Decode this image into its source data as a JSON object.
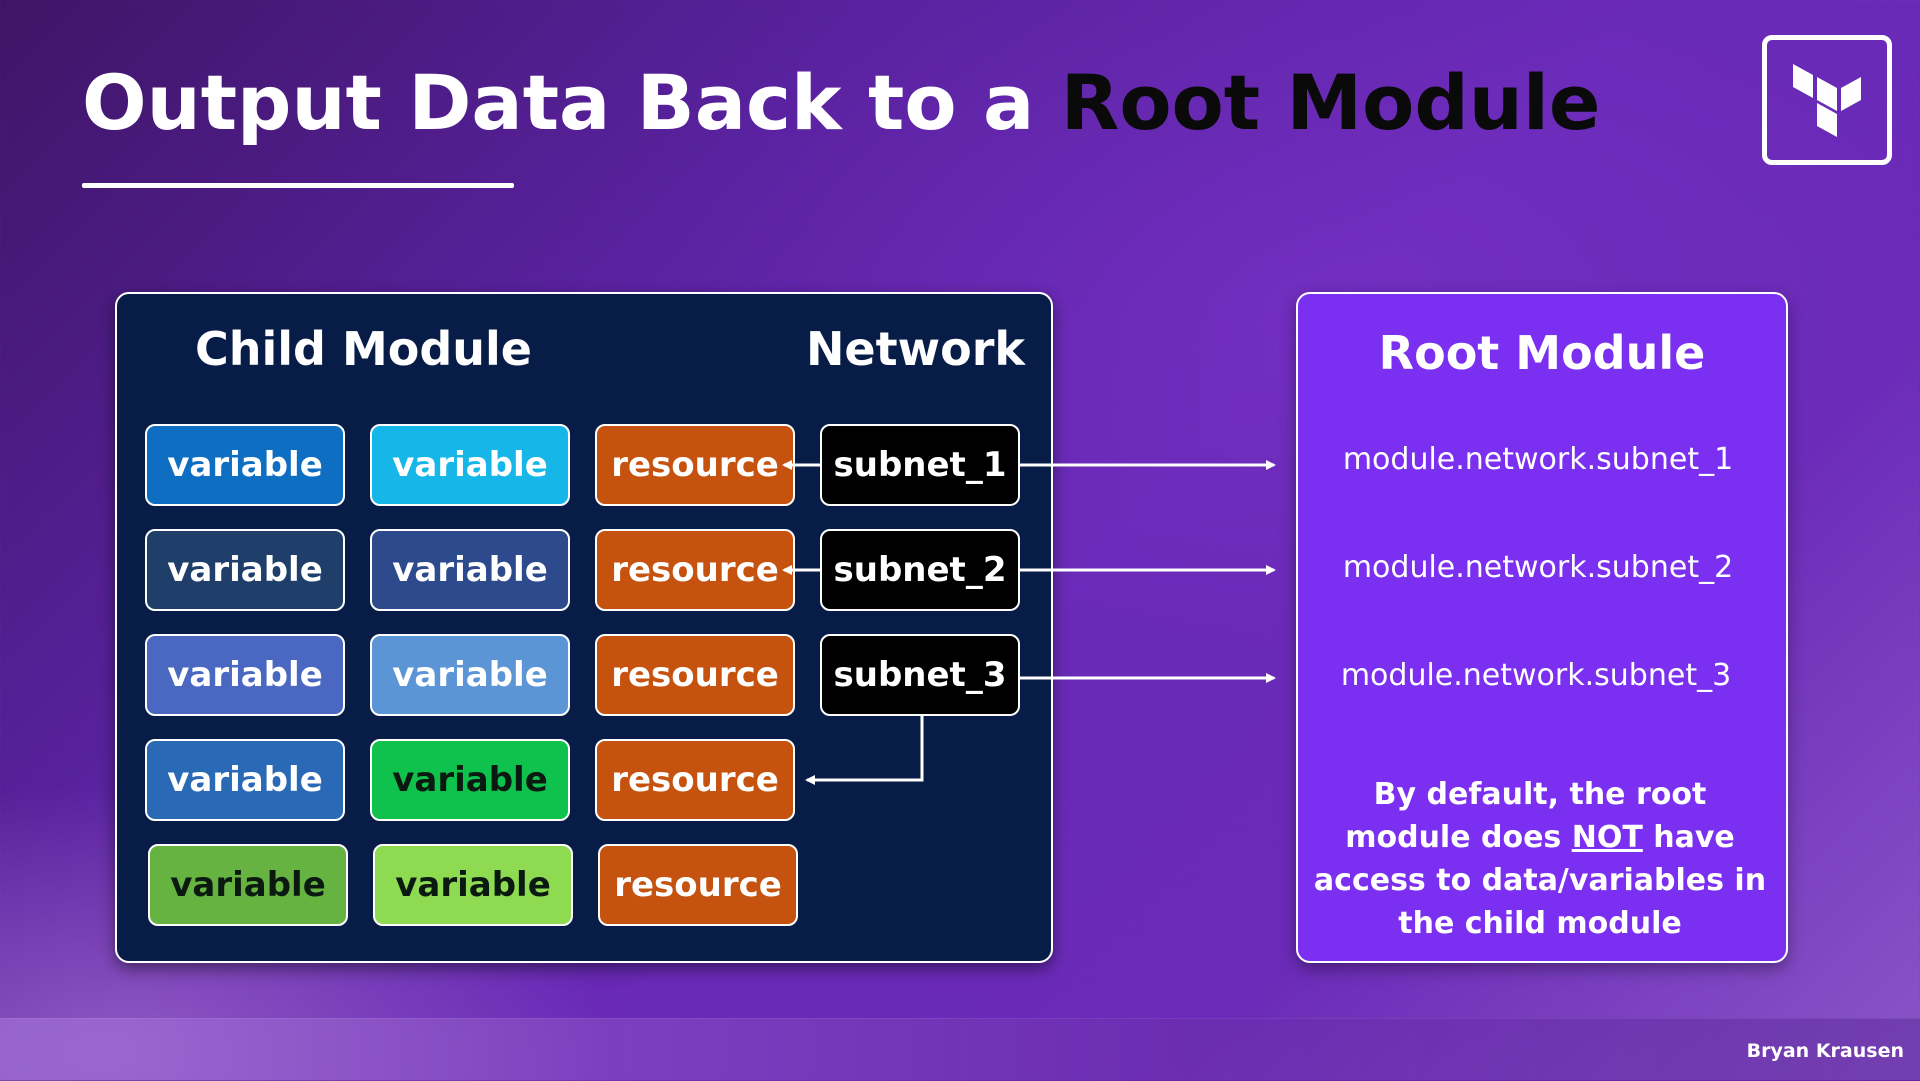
{
  "slide": {
    "title_part1": "Output Data Back to a ",
    "title_part2": "Root Module",
    "credit": "Bryan Krausen"
  },
  "child_module": {
    "heading": "Child Module",
    "network_label": "Network",
    "variables": [
      {
        "label": "variable",
        "color": "#0e6fc2"
      },
      {
        "label": "variable",
        "color": "#17b6e8"
      },
      {
        "label": "variable",
        "color": "#1f3f6a"
      },
      {
        "label": "variable",
        "color": "#2d4a8c"
      },
      {
        "label": "variable",
        "color": "#4a68c2"
      },
      {
        "label": "variable",
        "color": "#5b95d6"
      },
      {
        "label": "variable",
        "color": "#2a69b6"
      },
      {
        "label": "variable",
        "color": "#0fc24e"
      },
      {
        "label": "variable",
        "color": "#66b342"
      },
      {
        "label": "variable",
        "color": "#8edb52"
      }
    ],
    "resources": [
      "resource",
      "resource",
      "resource",
      "resource",
      "resource"
    ],
    "resource_color": "#c5530f",
    "subnets": [
      "subnet_1",
      "subnet_2",
      "subnet_3"
    ]
  },
  "root_module": {
    "heading": "Root Module",
    "outputs": [
      "module.network.subnet_1",
      "module.network.subnet_2",
      "module.network.subnet_3"
    ],
    "note_part1": "By default, the root module does ",
    "note_emphasis": "NOT",
    "note_part2": " have access to data/variables in the child module"
  },
  "icons": {
    "logo": "terraform-logo-icon"
  }
}
